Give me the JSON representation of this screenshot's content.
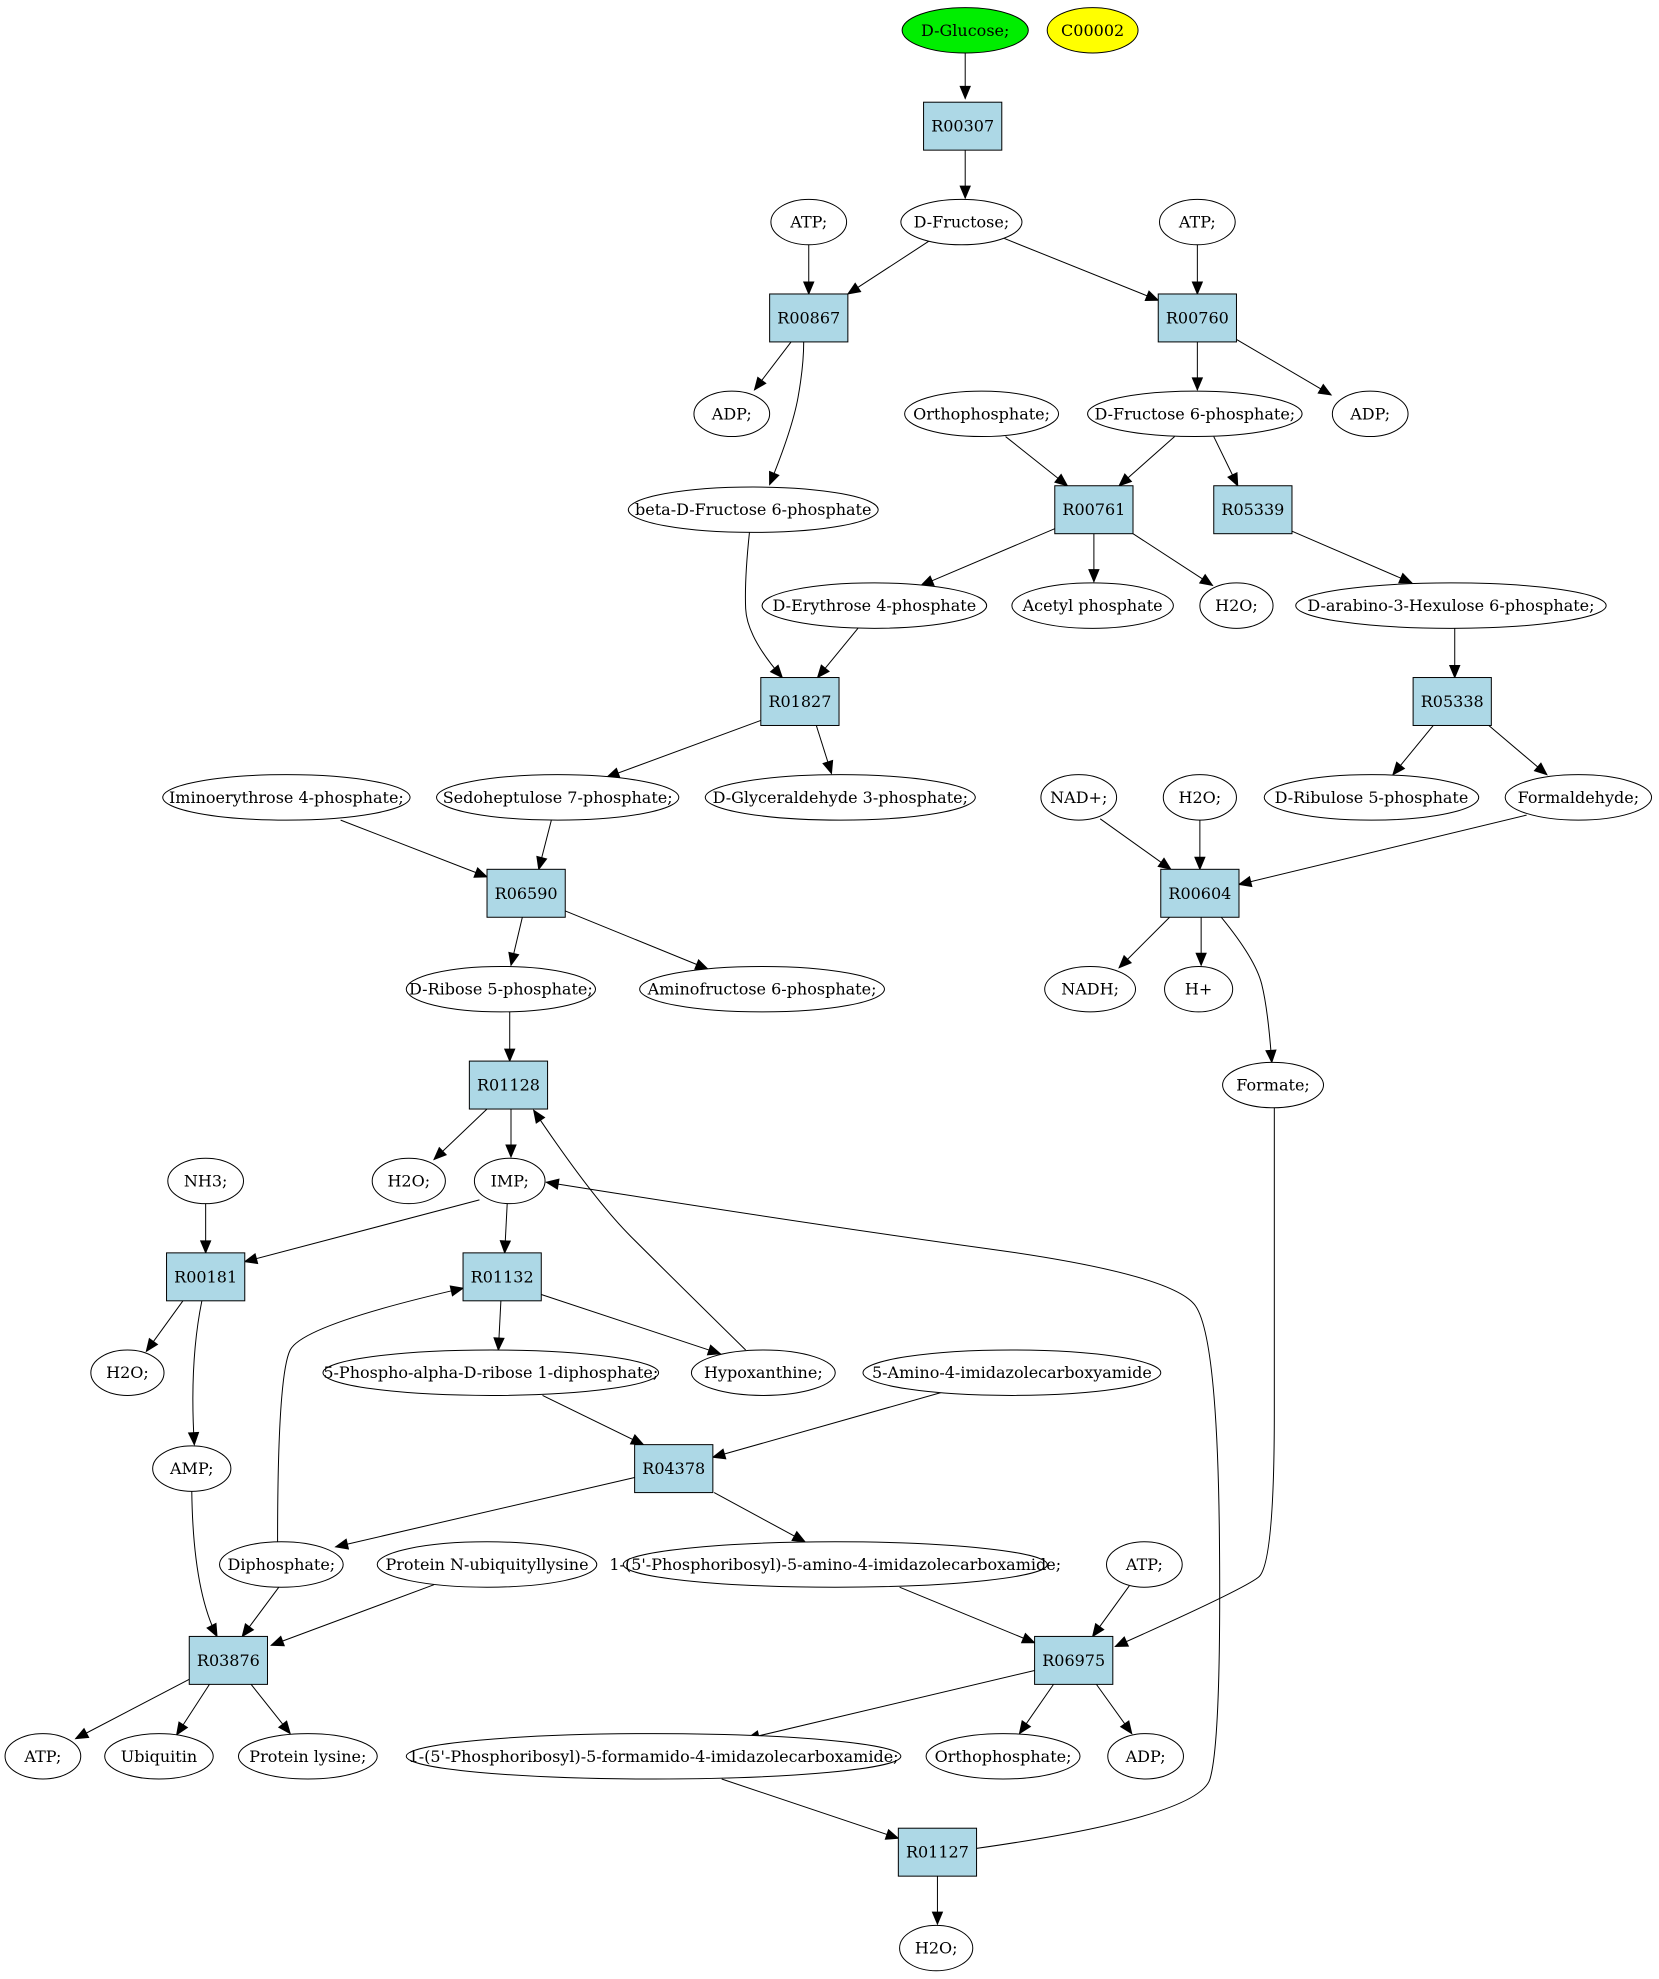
{
  "colors": {
    "reaction_fill": "#add8e6",
    "compound_fill": "#ffffff",
    "start_fill": "#00ee00",
    "highlight_fill": "#ffff00",
    "stroke": "#000000"
  },
  "nodes": {
    "glucose": {
      "label": "D-Glucose;",
      "kind": "compound",
      "fill": "#00ee00"
    },
    "c00002": {
      "label": "C00002",
      "kind": "compound",
      "fill": "#ffff00"
    },
    "r00307": {
      "label": "R00307",
      "kind": "reaction"
    },
    "fructose": {
      "label": "D-Fructose;",
      "kind": "compound"
    },
    "atp_a": {
      "label": "ATP;",
      "kind": "compound"
    },
    "atp_b": {
      "label": "ATP;",
      "kind": "compound"
    },
    "r00867": {
      "label": "R00867",
      "kind": "reaction"
    },
    "r00760": {
      "label": "R00760",
      "kind": "reaction"
    },
    "adp_a": {
      "label": "ADP;",
      "kind": "compound"
    },
    "adp_b": {
      "label": "ADP;",
      "kind": "compound"
    },
    "orthophosphate_a": {
      "label": "Orthophosphate;",
      "kind": "compound"
    },
    "f6p": {
      "label": "D-Fructose 6-phosphate;",
      "kind": "compound"
    },
    "bf6p": {
      "label": "beta-D-Fructose 6-phosphate",
      "kind": "compound"
    },
    "r00761": {
      "label": "R00761",
      "kind": "reaction"
    },
    "r05339": {
      "label": "R05339",
      "kind": "reaction"
    },
    "e4p": {
      "label": "D-Erythrose 4-phosphate",
      "kind": "compound"
    },
    "acetylp": {
      "label": "Acetyl phosphate",
      "kind": "compound"
    },
    "h2o_a": {
      "label": "H2O;",
      "kind": "compound"
    },
    "hexulose": {
      "label": "D-arabino-3-Hexulose 6-phosphate;",
      "kind": "compound"
    },
    "r01827": {
      "label": "R01827",
      "kind": "reaction"
    },
    "r05338": {
      "label": "R05338",
      "kind": "reaction"
    },
    "iminoerythrose": {
      "label": "Iminoerythrose 4-phosphate;",
      "kind": "compound"
    },
    "s7p": {
      "label": "Sedoheptulose 7-phosphate;",
      "kind": "compound"
    },
    "g3p": {
      "label": "D-Glyceraldehyde 3-phosphate;",
      "kind": "compound"
    },
    "nadp": {
      "label": "NAD+;",
      "kind": "compound"
    },
    "h2o_b": {
      "label": "H2O;",
      "kind": "compound"
    },
    "ru5p": {
      "label": "D-Ribulose 5-phosphate",
      "kind": "compound"
    },
    "formaldehyde": {
      "label": "Formaldehyde;",
      "kind": "compound"
    },
    "r06590": {
      "label": "R06590",
      "kind": "reaction"
    },
    "r00604": {
      "label": "R00604",
      "kind": "reaction"
    },
    "r5p": {
      "label": "D-Ribose 5-phosphate;",
      "kind": "compound"
    },
    "aminofructose": {
      "label": "Aminofructose 6-phosphate;",
      "kind": "compound"
    },
    "nadh": {
      "label": "NADH;",
      "kind": "compound"
    },
    "hplus": {
      "label": "H+",
      "kind": "compound"
    },
    "formate": {
      "label": "Formate;",
      "kind": "compound"
    },
    "r01128": {
      "label": "R01128",
      "kind": "reaction"
    },
    "nh3": {
      "label": "NH3;",
      "kind": "compound"
    },
    "h2o_c": {
      "label": "H2O;",
      "kind": "compound"
    },
    "imp": {
      "label": "IMP;",
      "kind": "compound"
    },
    "r00181": {
      "label": "R00181",
      "kind": "reaction"
    },
    "r01132": {
      "label": "R01132",
      "kind": "reaction"
    },
    "h2o_d": {
      "label": "H2O;",
      "kind": "compound"
    },
    "prpp": {
      "label": "5-Phospho-alpha-D-ribose 1-diphosphate;",
      "kind": "compound"
    },
    "hypoxanthine": {
      "label": "Hypoxanthine;",
      "kind": "compound"
    },
    "aica": {
      "label": "5-Amino-4-imidazolecarboxyamide",
      "kind": "compound"
    },
    "amp": {
      "label": "AMP;",
      "kind": "compound"
    },
    "r04378": {
      "label": "R04378",
      "kind": "reaction"
    },
    "diphosphate": {
      "label": "Diphosphate;",
      "kind": "compound"
    },
    "ubiquityllysine": {
      "label": "Protein N-ubiquityllysine",
      "kind": "compound"
    },
    "aicar": {
      "label": "1-(5'-Phosphoribosyl)-5-amino-4-imidazolecarboxamide;",
      "kind": "compound"
    },
    "atp_c": {
      "label": "ATP;",
      "kind": "compound"
    },
    "r03876": {
      "label": "R03876",
      "kind": "reaction"
    },
    "r06975": {
      "label": "R06975",
      "kind": "reaction"
    },
    "atp_d": {
      "label": "ATP;",
      "kind": "compound"
    },
    "ubiquitin": {
      "label": "Ubiquitin",
      "kind": "compound"
    },
    "proteinlysine": {
      "label": "Protein lysine;",
      "kind": "compound"
    },
    "faicar": {
      "label": "1-(5'-Phosphoribosyl)-5-formamido-4-imidazolecarboxamide;",
      "kind": "compound"
    },
    "orthophosphate_b": {
      "label": "Orthophosphate;",
      "kind": "compound"
    },
    "adp_c": {
      "label": "ADP;",
      "kind": "compound"
    },
    "r01127": {
      "label": "R01127",
      "kind": "reaction"
    },
    "h2o_e": {
      "label": "H2O;",
      "kind": "compound"
    }
  },
  "edges": [
    [
      "glucose",
      "r00307"
    ],
    [
      "r00307",
      "fructose"
    ],
    [
      "fructose",
      "r00867"
    ],
    [
      "atp_a",
      "r00867"
    ],
    [
      "fructose",
      "r00760"
    ],
    [
      "atp_b",
      "r00760"
    ],
    [
      "r00867",
      "adp_a"
    ],
    [
      "r00867",
      "bf6p"
    ],
    [
      "r00760",
      "f6p"
    ],
    [
      "r00760",
      "adp_b"
    ],
    [
      "orthophosphate_a",
      "r00761"
    ],
    [
      "f6p",
      "r00761"
    ],
    [
      "f6p",
      "r05339"
    ],
    [
      "r00761",
      "e4p"
    ],
    [
      "r00761",
      "acetylp"
    ],
    [
      "r00761",
      "h2o_a"
    ],
    [
      "r05339",
      "hexulose"
    ],
    [
      "bf6p",
      "r01827"
    ],
    [
      "e4p",
      "r01827"
    ],
    [
      "hexulose",
      "r05338"
    ],
    [
      "r01827",
      "s7p"
    ],
    [
      "r01827",
      "g3p"
    ],
    [
      "r05338",
      "ru5p"
    ],
    [
      "r05338",
      "formaldehyde"
    ],
    [
      "iminoerythrose",
      "r06590"
    ],
    [
      "s7p",
      "r06590"
    ],
    [
      "nadp",
      "r00604"
    ],
    [
      "h2o_b",
      "r00604"
    ],
    [
      "formaldehyde",
      "r00604"
    ],
    [
      "r06590",
      "r5p"
    ],
    [
      "r06590",
      "aminofructose"
    ],
    [
      "r00604",
      "nadh"
    ],
    [
      "r00604",
      "hplus"
    ],
    [
      "r00604",
      "formate"
    ],
    [
      "r5p",
      "r01128"
    ],
    [
      "r01128",
      "h2o_c"
    ],
    [
      "r01128",
      "imp"
    ],
    [
      "nh3",
      "r00181"
    ],
    [
      "imp",
      "r00181"
    ],
    [
      "imp",
      "r01132"
    ],
    [
      "r00181",
      "h2o_d"
    ],
    [
      "r00181",
      "amp"
    ],
    [
      "r01132",
      "prpp"
    ],
    [
      "r01132",
      "hypoxanthine"
    ],
    [
      "hypoxanthine",
      "r01128"
    ],
    [
      "prpp",
      "r04378"
    ],
    [
      "aica",
      "r04378"
    ],
    [
      "r04378",
      "diphosphate"
    ],
    [
      "r04378",
      "aicar"
    ],
    [
      "diphosphate",
      "r01132"
    ],
    [
      "amp",
      "r03876"
    ],
    [
      "diphosphate",
      "r03876"
    ],
    [
      "ubiquityllysine",
      "r03876"
    ],
    [
      "aicar",
      "r06975"
    ],
    [
      "atp_c",
      "r06975"
    ],
    [
      "formate",
      "r06975"
    ],
    [
      "r03876",
      "atp_d"
    ],
    [
      "r03876",
      "ubiquitin"
    ],
    [
      "r03876",
      "proteinlysine"
    ],
    [
      "r06975",
      "faicar"
    ],
    [
      "r06975",
      "orthophosphate_b"
    ],
    [
      "r06975",
      "adp_c"
    ],
    [
      "faicar",
      "r01127"
    ],
    [
      "r01127",
      "h2o_e"
    ],
    [
      "r01127",
      "imp"
    ]
  ]
}
